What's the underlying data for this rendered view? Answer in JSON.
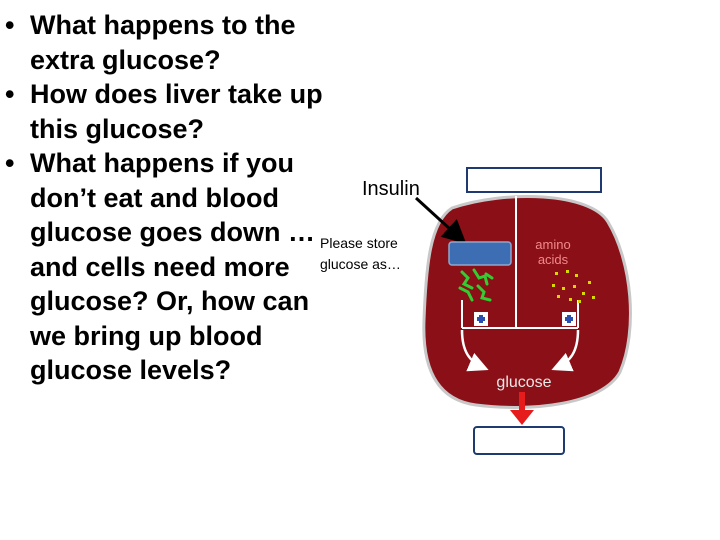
{
  "bullets": [
    "What happens to the extra glucose?",
    "How does liver take up this glucose?",
    "What happens if you don’t eat and blood glucose goes down …and cells need more glucose? Or, how can we bring up blood glucose levels?"
  ],
  "diagram": {
    "insulin_label": "Insulin",
    "note_line1": "Please store",
    "note_line2": "glucose as…",
    "amino_line1": "amino",
    "amino_line2": "acids",
    "glucose_label": "glucose",
    "colors": {
      "liver": "#8b0f17",
      "liver_border": "#c8c8c8",
      "box_blue": "#3d6eb4",
      "glycogen_green": "#33cc33",
      "amino_dots": "#d9d900",
      "amino_text": "#f08a8a",
      "arrow_red": "#e61c1c",
      "plus_blue": "#2a4fae"
    }
  }
}
